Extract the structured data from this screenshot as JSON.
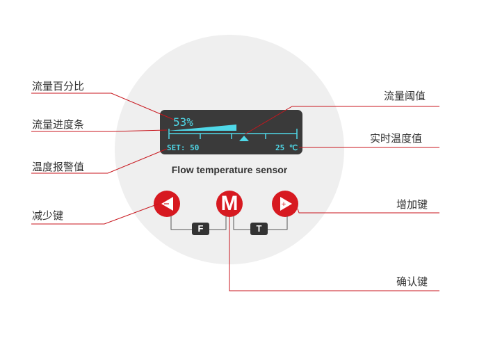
{
  "display": {
    "percent": "53%",
    "progress": 0.53,
    "set_label": "SET: 50",
    "temperature": "25 ℃"
  },
  "device_title": "Flow temperature sensor",
  "buttons": {
    "left_symbol": "−",
    "mode": "M",
    "right_symbol": "+",
    "f_key": "F",
    "t_key": "T"
  },
  "annotations": {
    "flow_percent": "流量百分比",
    "flow_bar": "流量进度条",
    "temp_alarm": "温度报警值",
    "decrease_key": "减少键",
    "flow_threshold": "流量阈值",
    "realtime_temp": "实时温度值",
    "increase_key": "增加键",
    "confirm_key": "确认键"
  },
  "colors": {
    "accent": "#d71920",
    "screen": "#3a3a3a",
    "cyan": "#4fd8e8"
  }
}
